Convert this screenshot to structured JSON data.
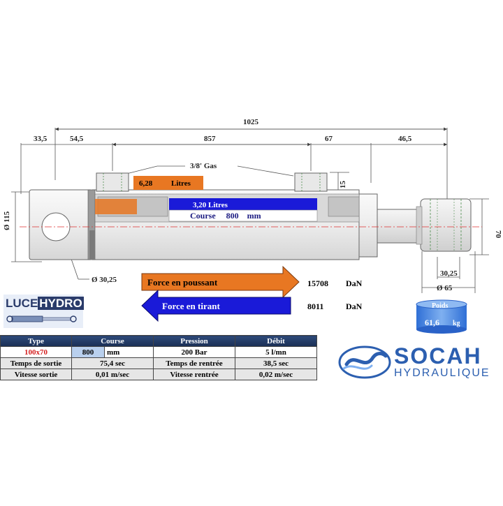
{
  "dimensions": {
    "total_length": "1025",
    "rear_offset": "33,5",
    "port_offset_rear": "54,5",
    "port_spacing": "857",
    "port_offset_front": "67",
    "rod_end_length": "46,5",
    "port_height": "15",
    "rod_eye_height": "70",
    "body_diameter": "Ø 115",
    "rear_pin_diameter": "Ø 30,25",
    "rod_pin": "30,25",
    "rod_eye_diameter": "Ø 65",
    "port_thread": "3/8' Gas"
  },
  "volumes": {
    "rear_chamber": "6,28",
    "rear_unit": "Litres",
    "front_chamber": "3,20  Litres"
  },
  "stroke_label": "Course     800    mm",
  "forces": {
    "push_label": "Force en poussant",
    "push_value": "15708",
    "pull_label": "Force en tirant",
    "pull_value": "8011",
    "unit": "DaN"
  },
  "weight": {
    "label": "Poids",
    "value": "61,6",
    "unit": "kg"
  },
  "spec_table": {
    "headers": [
      "Type",
      "Course",
      "Pression",
      "Débit"
    ],
    "type_value": "100x70",
    "course_value": "800",
    "course_unit": "mm",
    "pressure_value": "200 Bar",
    "flow_value": "5 l/mn",
    "row2": {
      "label_a": "Temps de sortie",
      "value_a": "75,4 sec",
      "label_b": "Temps de rentrée",
      "value_b": "38,5 sec"
    },
    "row3": {
      "label_a": "Vitesse sortie",
      "value_a": "0,01 m/sec",
      "label_b": "Vitesse rentrée",
      "value_b": "0,02 m/sec"
    }
  },
  "logos": {
    "luce_a": "LUCE",
    "luce_b": "HYDRO",
    "socah_name": "SOCAH",
    "socah_sub": "HYDRAULIQUE"
  },
  "colors": {
    "push_arrow": "#e87722",
    "pull_arrow": "#1a1ad8",
    "body_fill": "#f2f2f2",
    "axis_line": "#e03030",
    "brand_blue": "#2c5fb0",
    "table_header": "#1f3763"
  }
}
